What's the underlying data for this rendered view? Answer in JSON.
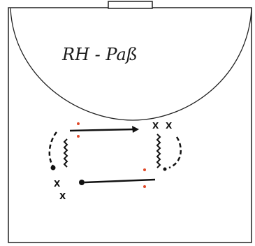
{
  "diagram": {
    "title": "RH - Paß",
    "colors": {
      "ink": "#111111",
      "line": "#222222",
      "red": "#e04a2a",
      "background": "#ffffff"
    },
    "players": [
      {
        "name": "player-top-right-1",
        "label": "X"
      },
      {
        "name": "player-top-right-2",
        "label": "X"
      },
      {
        "name": "player-bottom-left-1",
        "label": "X"
      },
      {
        "name": "player-bottom-left-2",
        "label": "X"
      }
    ]
  }
}
